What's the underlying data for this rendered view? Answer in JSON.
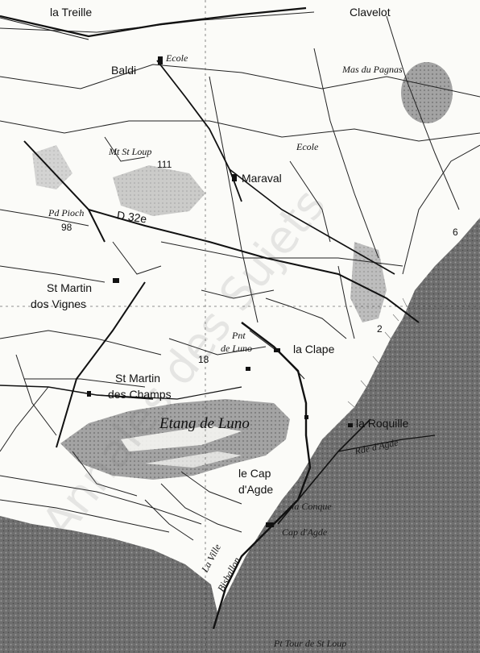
{
  "map": {
    "colors": {
      "sea": "#6e6e6e",
      "land": "#fbfbf8",
      "ink": "#111111",
      "wetland": "#9a9a9a"
    },
    "places": {
      "la_treille": "la Treille",
      "clavelot": "Clavelot",
      "baldi": "Baldi",
      "ecole_top": "Ecole",
      "mas_du_pagnas": "Mas du Pagnas",
      "mt_st_loup": "Mt St Loup",
      "ecole_mid": "Ecole",
      "maraval": "Maraval",
      "pd_pioch": "Pd Pioch",
      "pd_pioch_alt": "98",
      "road_d32e": "D 32e",
      "st_martin_vignes_1": "St Martin",
      "st_martin_vignes_2": "dos Vignes",
      "pnt_de_luno_1": "Pnt",
      "pnt_de_luno_2": "de Luno",
      "la_clape": "la Clape",
      "st_martin_champs_1": "St Martin",
      "st_martin_champs_2": "des Champs",
      "etang": "Etang de Luno",
      "la_roquille": "la Roquille",
      "rde_d_agde": "Rde d'Agde",
      "le_cap_1": "le Cap",
      "le_cap_2": "d'Agde",
      "la_conque": "la Conque",
      "cap_d_agde": "Cap d'Agde",
      "la_ville_1": "La Ville",
      "la_ville_2": "Bisballon",
      "tour_de_sainte": "Pt Tour de St Loup",
      "spot_6": "6",
      "spot_2": "2",
      "spot_18": "18",
      "spot_11": "111"
    }
  }
}
